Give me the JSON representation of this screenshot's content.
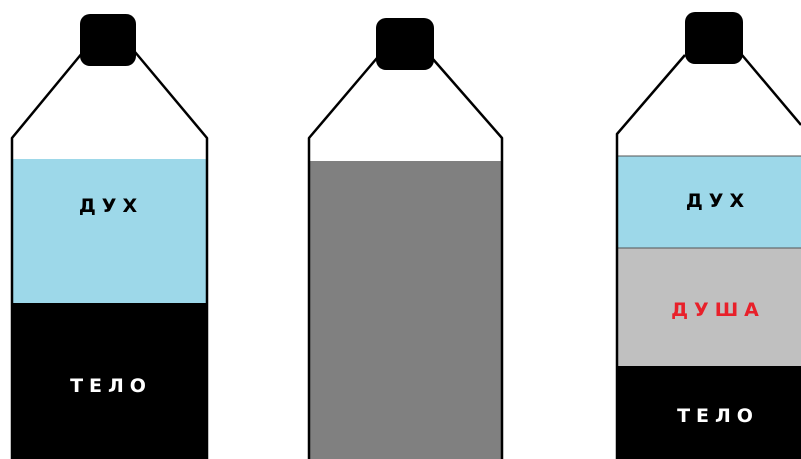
{
  "bottles": [
    {
      "layers": [
        {
          "text": "ДУХ",
          "fill": "#9dd8e9",
          "text_color": "#000000"
        },
        {
          "text": "ТЕЛО",
          "fill": "#000000",
          "text_color": "#ffffff"
        }
      ]
    },
    {
      "layers": [
        {
          "text": "",
          "fill": "#808080",
          "text_color": "#000000"
        }
      ]
    },
    {
      "layers": [
        {
          "text": "ДУХ",
          "fill": "#9dd8e9",
          "text_color": "#000000"
        },
        {
          "text": "ДУША",
          "fill": "#c0c0c0",
          "text_color": "#e8202a"
        },
        {
          "text": "ТЕЛО",
          "fill": "#000000",
          "text_color": "#ffffff"
        }
      ]
    }
  ]
}
